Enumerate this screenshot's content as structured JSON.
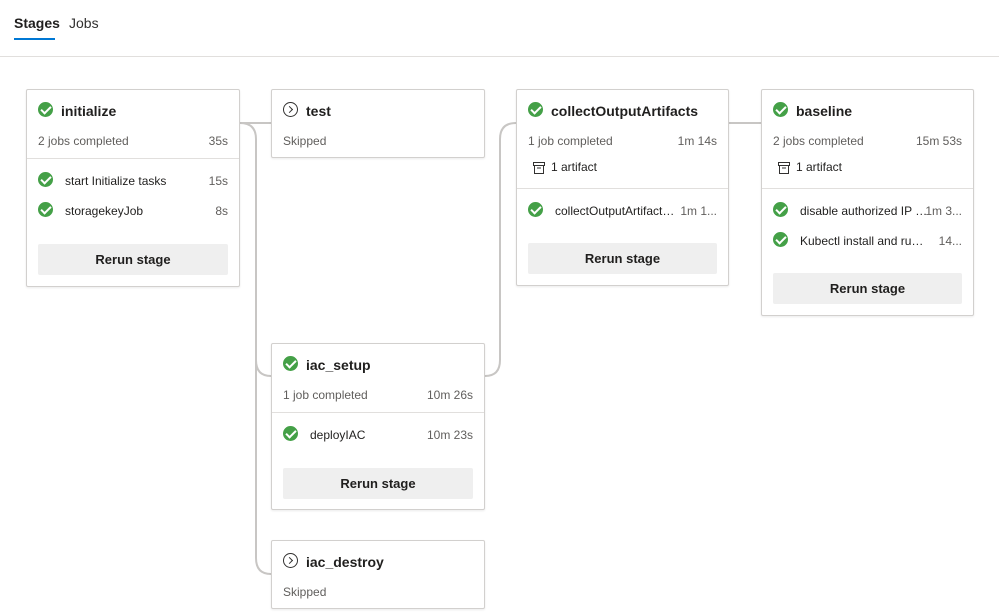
{
  "tabs": [
    {
      "label": "Stages",
      "active": true
    },
    {
      "label": "Jobs",
      "active": false
    }
  ],
  "colors": {
    "accent": "#0078d4",
    "success": "#44a047",
    "button_bg": "#efefef"
  },
  "stages": {
    "initialize": {
      "name": "initialize",
      "status": "success",
      "status_icon": "check-circle-icon",
      "summary": "2 jobs completed",
      "duration": "35s",
      "jobs": [
        {
          "name": "start Initialize tasks",
          "duration": "15s",
          "status": "success"
        },
        {
          "name": "storagekeyJob",
          "duration": "8s",
          "status": "success"
        }
      ],
      "rerun_label": "Rerun stage"
    },
    "test": {
      "name": "test",
      "status": "skipped",
      "status_icon": "skipped-circle-icon",
      "summary": "Skipped"
    },
    "iac_setup": {
      "name": "iac_setup",
      "status": "success",
      "status_icon": "check-circle-icon",
      "summary": "1 job completed",
      "duration": "10m 26s",
      "jobs": [
        {
          "name": "deployIAC",
          "duration": "10m 23s",
          "status": "success"
        }
      ],
      "rerun_label": "Rerun stage"
    },
    "iac_destroy": {
      "name": "iac_destroy",
      "status": "skipped",
      "status_icon": "skipped-circle-icon",
      "summary": "Skipped"
    },
    "collect": {
      "name": "collectOutputArtifacts",
      "status": "success",
      "status_icon": "check-circle-icon",
      "summary": "1 job completed",
      "duration": "1m 14s",
      "artifact": "1 artifact",
      "jobs": [
        {
          "name": "collectOutputArtifactsJ...",
          "duration": "1m 1...",
          "status": "success"
        }
      ],
      "rerun_label": "Rerun stage"
    },
    "baseline": {
      "name": "baseline",
      "status": "success",
      "status_icon": "check-circle-icon",
      "summary": "2 jobs completed",
      "duration": "15m 53s",
      "artifact": "1 artifact",
      "jobs": [
        {
          "name": "disable authorized IP ra...",
          "duration": "1m 3...",
          "status": "success"
        },
        {
          "name": "Kubectl install and run b...",
          "duration": "14...",
          "status": "success"
        }
      ],
      "rerun_label": "Rerun stage"
    }
  }
}
